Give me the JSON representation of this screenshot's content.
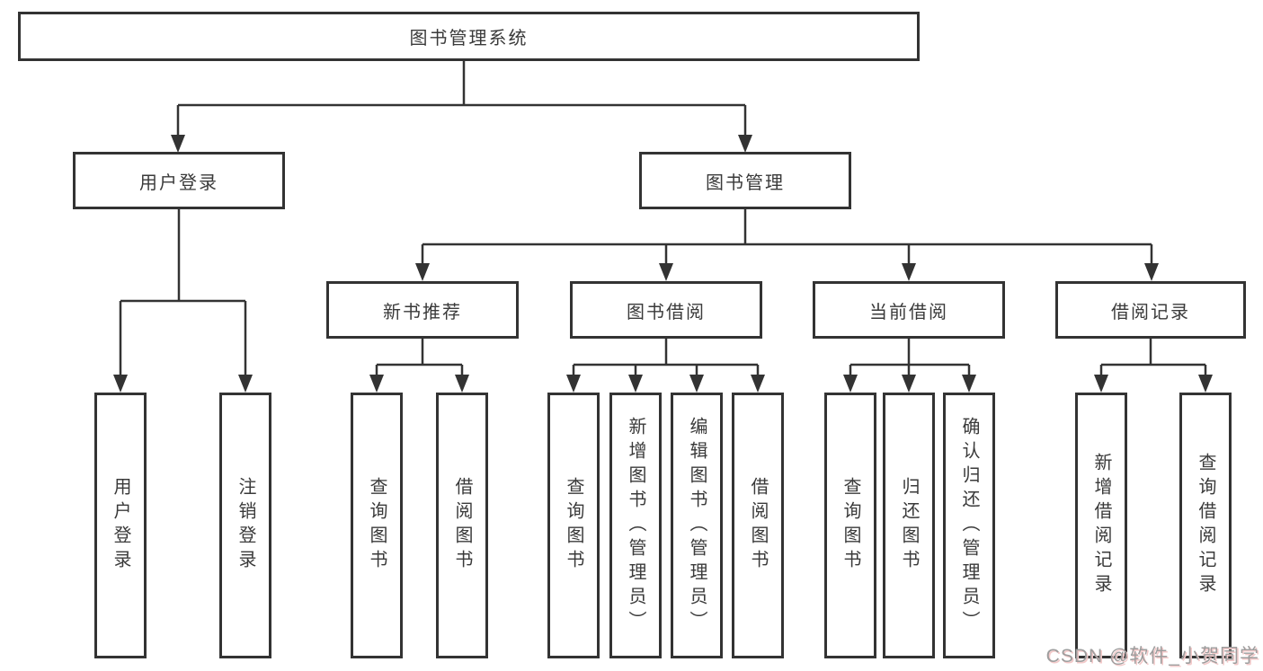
{
  "tree": {
    "label": "图书管理系统",
    "children": [
      {
        "label": "用户登录",
        "children": [
          {
            "label": "用户登录"
          },
          {
            "label": "注销登录"
          }
        ]
      },
      {
        "label": "图书管理",
        "children": [
          {
            "label": "新书推荐",
            "children": [
              {
                "label": "查询图书"
              },
              {
                "label": "借阅图书"
              }
            ]
          },
          {
            "label": "图书借阅",
            "children": [
              {
                "label": "查询图书"
              },
              {
                "label": "新增图书（管理员）"
              },
              {
                "label": "编辑图书（管理员）"
              },
              {
                "label": "借阅图书"
              }
            ]
          },
          {
            "label": "当前借阅",
            "children": [
              {
                "label": "查询图书"
              },
              {
                "label": "归还图书"
              },
              {
                "label": "确认归还（管理员）"
              }
            ]
          },
          {
            "label": "借阅记录",
            "children": [
              {
                "label": "新增借阅记录"
              },
              {
                "label": "查询借阅记录"
              }
            ]
          }
        ]
      }
    ]
  },
  "watermark": {
    "text": "CSDN @软件_小贺同学"
  },
  "colors": {
    "line": "#333333",
    "box_border": "#333333",
    "text": "#3a3a3a",
    "background": "#ffffff",
    "watermark": "#9d9d9d"
  }
}
